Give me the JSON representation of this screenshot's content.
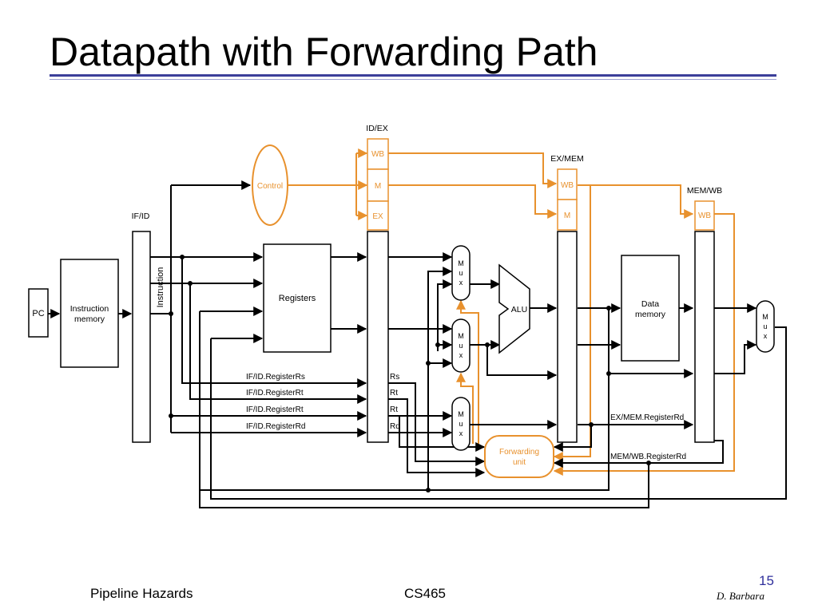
{
  "slide": {
    "title": "Datapath with Forwarding Path"
  },
  "footer": {
    "left": "Pipeline Hazards",
    "center": "CS465",
    "page": "15",
    "author": "D. Barbara"
  },
  "colors": {
    "accent": "#e8912d",
    "rule": "#3b3f9a",
    "line": "#000000"
  },
  "diagram": {
    "pipeline_registers": {
      "if_id": "IF/ID",
      "id_ex": "ID/EX",
      "ex_mem": "EX/MEM",
      "mem_wb": "MEM/WB"
    },
    "control_fields": {
      "wb": "WB",
      "m": "M",
      "ex": "EX"
    },
    "blocks": {
      "pc": "PC",
      "instruction_memory": [
        "Instruction",
        "memory"
      ],
      "instruction": "Instruction",
      "control": "Control",
      "registers": "Registers",
      "alu": "ALU",
      "data_memory": [
        "Data",
        "memory"
      ],
      "forwarding_unit": [
        "Forwarding",
        "unit"
      ],
      "mux_letters": [
        "M",
        "u",
        "x"
      ]
    },
    "signals": {
      "ifid_rs": "IF/ID.RegisterRs",
      "ifid_rt1": "IF/ID.RegisterRt",
      "ifid_rt2": "IF/ID.RegisterRt",
      "ifid_rd": "IF/ID.RegisterRd",
      "rs": "Rs",
      "rt1": "Rt",
      "rt2": "Rt",
      "rd": "Rd",
      "exmem_rd": "EX/MEM.RegisterRd",
      "memwb_rd": "MEM/WB.RegisterRd"
    }
  }
}
